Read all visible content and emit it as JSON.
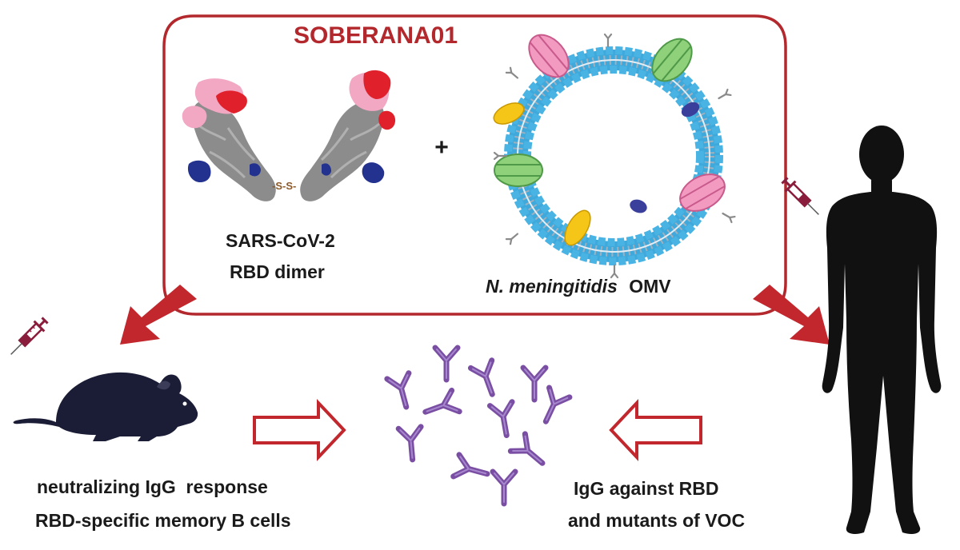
{
  "title": "SOBERANA01",
  "plus": "+",
  "rbd": {
    "line1": "SARS-CoV-2",
    "line2": "RBD dimer",
    "bond": "-S-S-"
  },
  "omv": {
    "species": "N. meningitidis",
    "suffix": "OMV"
  },
  "mouse_result": {
    "line1": "neutralizing IgG  response",
    "line2": "RBD-specific memory B cells"
  },
  "human_result": {
    "line1": "IgG against RBD",
    "line2": "and mutants of VOC"
  },
  "colors": {
    "frame": "#b3282d",
    "arrow": "#c1272d",
    "antibody": "#7a4fa3",
    "silhouette": "#111111",
    "mouse": "#1b1d36",
    "membrane": "#3fa9dc",
    "protein_pink": "#f29ac0",
    "protein_green": "#8fd07a",
    "protein_yellow": "#f5c518",
    "protein_navy": "#3b3f9c",
    "rbd_gray": "#8c8c8c",
    "rbd_red": "#e0202a",
    "rbd_pink": "#f2a7c3",
    "rbd_blue": "#23328f",
    "syringe": "#8a1c3c"
  },
  "icons": [
    "syringe-icon",
    "mouse-icon",
    "human-silhouette-icon",
    "antibody-icon",
    "membrane-protein-icon"
  ]
}
